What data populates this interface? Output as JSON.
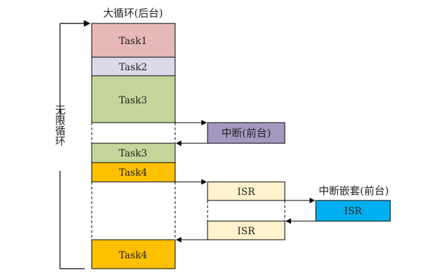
{
  "title": "大循环(后台)",
  "loop_label": "无限循环",
  "interrupt_label": "中断(前台)",
  "nested_label": "中断嵌套(前台)",
  "blocks": {
    "task1": "Task1",
    "task2": "Task2",
    "task3a": "Task3",
    "task3b": "Task3",
    "task4a": "Task4",
    "task4b": "Task4",
    "isr1": "ISR",
    "isr2": "ISR",
    "isr_nested": "ISR"
  },
  "colors": {
    "task1": "#e6b8b7",
    "task2": "#ddd9e8",
    "task3": "#c4d79b",
    "task4": "#ffc000",
    "interrupt": "#a598c0",
    "isr": "#fff2cc",
    "isr_nested": "#00b0f0"
  }
}
